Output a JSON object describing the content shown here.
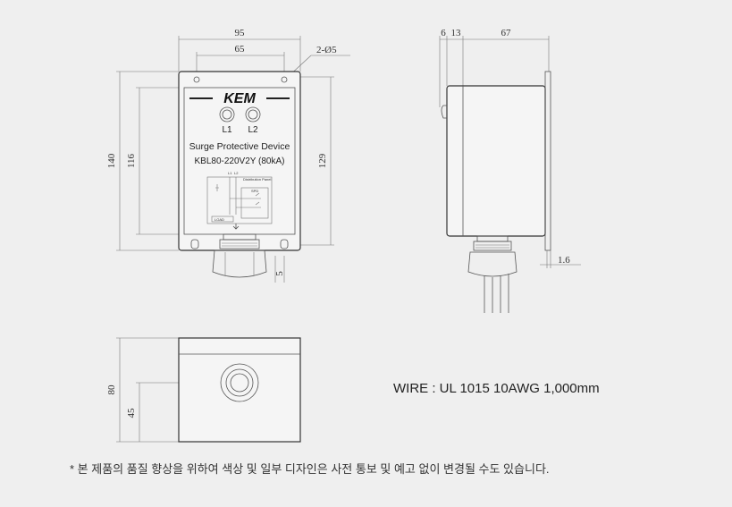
{
  "front_view": {
    "dim_width": "95",
    "dim_hole_spacing": "65",
    "dim_holes": "2-Ø5",
    "dim_height_total": "140",
    "dim_height_inner": "116",
    "dim_height_right": "129",
    "dim_bottom_small": "5",
    "logo": "KEM",
    "led_left": "L1",
    "led_right": "L2",
    "product_name": "Surge Protective Device",
    "model": "KBL80-220V2Y (80kA)",
    "schematic_title": "Distribution Panel",
    "schematic_spd": "SPD",
    "schematic_load": "LOAD",
    "schematic_l1": "L1",
    "schematic_l2": "L2"
  },
  "side_view": {
    "dim_a": "6",
    "dim_b": "13",
    "dim_c": "67",
    "dim_plate": "1.6"
  },
  "bottom_view": {
    "dim_height": "80",
    "dim_center": "45"
  },
  "wire_spec": "WIRE : UL 1015 10AWG 1,000mm",
  "footnote": "* 본 제품의 품질 향상을 위하여 색상 및 일부 디자인은 사전 통보 및 예고 없이 변경될 수도 있습니다."
}
